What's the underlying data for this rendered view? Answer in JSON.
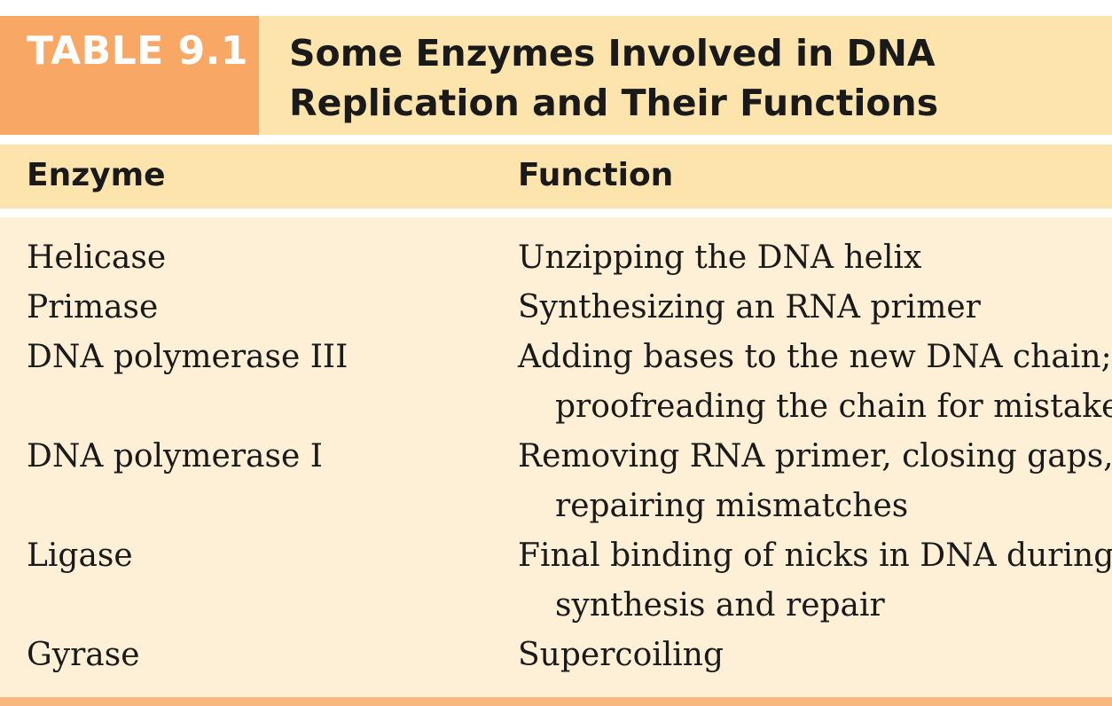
{
  "table": {
    "label": "TABLE 9.1",
    "title_line1": "Some Enzymes Involved in DNA",
    "title_line2": "Replication and Their Functions",
    "headers": {
      "enzyme": "Enzyme",
      "function": "Function"
    },
    "rows": [
      {
        "enzyme": "Helicase",
        "function": [
          "Unzipping the DNA helix"
        ]
      },
      {
        "enzyme": "Primase",
        "function": [
          "Synthesizing an RNA primer"
        ]
      },
      {
        "enzyme": "DNA polymerase III",
        "function": [
          "Adding bases to the new DNA chain;",
          "proofreading the chain for mistakes"
        ]
      },
      {
        "enzyme": "DNA polymerase I",
        "function": [
          "Removing RNA primer, closing gaps,",
          "repairing mismatches"
        ]
      },
      {
        "enzyme": "Ligase",
        "function": [
          "Final binding of nicks in DNA during",
          "synthesis and repair"
        ]
      },
      {
        "enzyme": "Gyrase",
        "function": [
          "Supercoiling"
        ]
      }
    ]
  },
  "colors": {
    "label_orange": "#f9a765",
    "header_tan": "#fde4ac",
    "body_cream": "#fef0d6",
    "rule_orange": "#f9b67e"
  }
}
